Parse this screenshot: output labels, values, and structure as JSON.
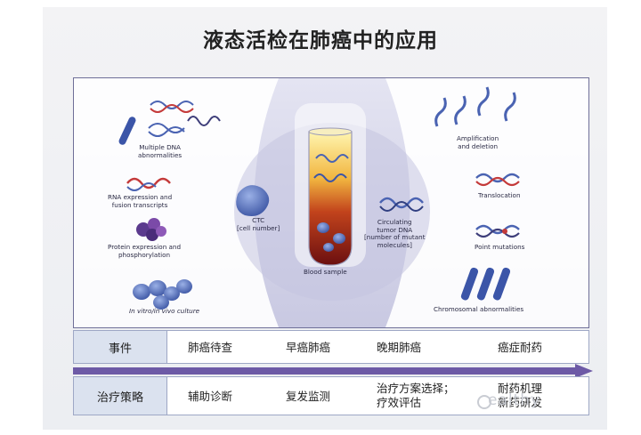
{
  "title": "液态活检在肺癌中的应用",
  "diagram": {
    "left_labels": [
      "Multiple DNA\nabnormalities",
      "RNA expression and\nfusion transcripts",
      "Protein expression and\nphosphorylation",
      "In vitro/in vivo culture"
    ],
    "ctc_label": "CTC\n[cell number]",
    "tube_label": "Blood sample",
    "ctdna_label": "Circulating\ntumor DNA\n[number of mutant\nmolecules]",
    "right_labels": [
      "Amplification\nand deletion",
      "Translocation",
      "Point mutations",
      "Chromosomal abnormalities"
    ]
  },
  "table": {
    "row1_header": "事件",
    "row1_cells": [
      "肺癌待查",
      "早癌肺癌",
      "晚期肺癌",
      "癌症耐药"
    ],
    "row2_header": "治疗策略",
    "row2_cells": [
      "辅助诊断",
      "复发监测",
      "治疗方案选择；\n疗效评估",
      "耐药机理\n新药研发"
    ]
  },
  "watermark": "ealthy",
  "colors": {
    "arrow": "#6d5aa6",
    "panel_purple": "#d6d6ea",
    "fan_white": "#ffffff",
    "header_cell": "#dbe2ef"
  }
}
